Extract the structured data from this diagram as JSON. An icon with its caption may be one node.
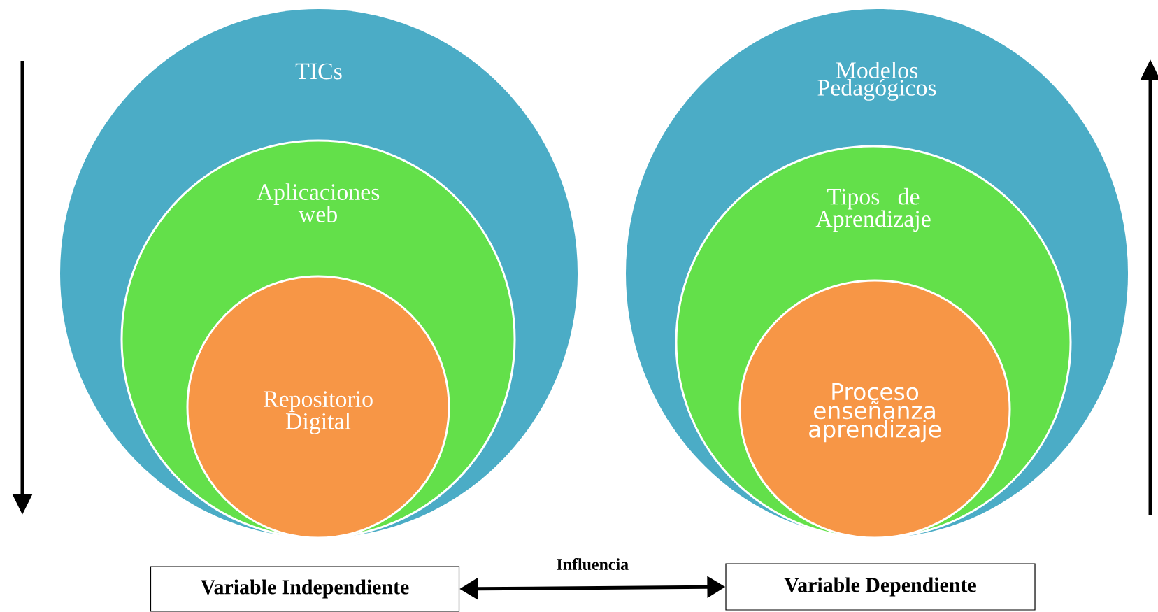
{
  "diagram": {
    "nodes": [
      {
        "text": [
          "TICs"
        ]
      },
      {
        "text": [
          "Aplicaciones web"
        ],
        "in": 0
      },
      {
        "text": [
          "Repositorio Digital"
        ],
        "in": 1
      },
      {
        "text": [
          "Modelos Pedagógicos"
        ]
      },
      {
        "text": [
          "Tipos de Aprendizaje"
        ],
        "in": 3
      },
      {
        "text": [
          "Proceso enseñanza aprendizaje"
        ],
        "in": 4
      },
      {
        "text": [
          "Variable Independiente"
        ]
      },
      {
        "text": [
          "Variable Dependiente"
        ]
      }
    ],
    "edges": [
      {
        "from": 6,
        "to": 7,
        "arrow": "both",
        "label": "Influencia"
      }
    ]
  }
}
